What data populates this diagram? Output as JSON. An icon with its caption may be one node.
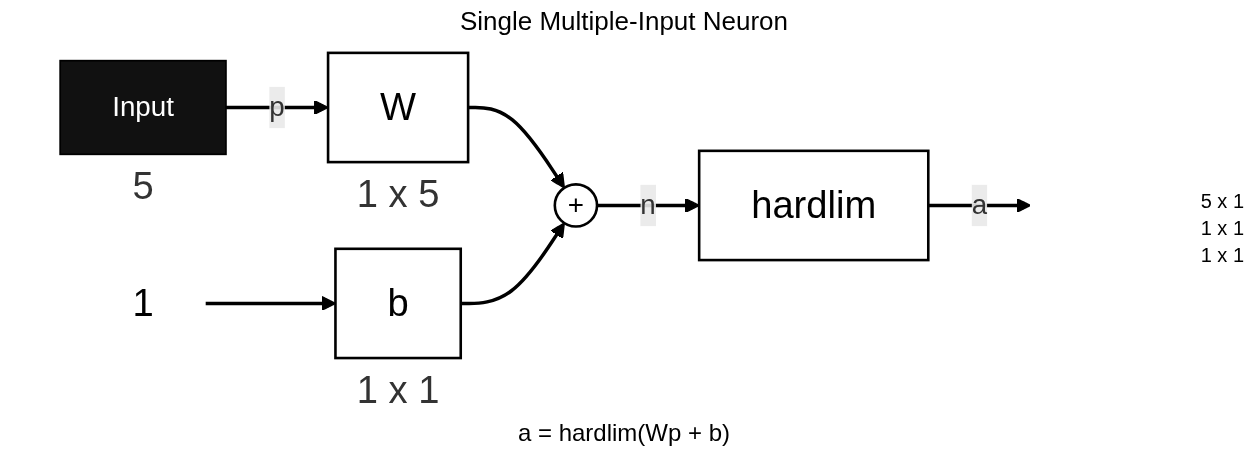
{
  "diagram": {
    "title": "Single Multiple-Input Neuron",
    "caption": "a = hardlim(Wp + b)",
    "nodes": [
      {
        "text": [
          "Input"
        ],
        "beside": [
          "5"
        ]
      },
      {
        "text": [
          "1"
        ]
      },
      {
        "text": [
          "W"
        ],
        "beside": [
          "1 x 5"
        ]
      },
      {
        "text": [
          "b"
        ],
        "beside": [
          "1 x 1"
        ]
      },
      {
        "text": [
          "+"
        ]
      },
      {
        "text": [
          "hardlim"
        ]
      }
    ],
    "edges": [
      {
        "from": 0,
        "to": 2,
        "arrow": "to",
        "label": "p"
      },
      {
        "from": 1,
        "to": 3,
        "arrow": "to"
      },
      {
        "from": 2,
        "to": 4,
        "arrow": "to"
      },
      {
        "from": 3,
        "to": 4,
        "arrow": "to"
      },
      {
        "from": 4,
        "to": 5,
        "arrow": "to",
        "label": "n"
      },
      {
        "from": 5,
        "to": null,
        "arrow": "to",
        "label": "a"
      }
    ],
    "labels": [
      "5 x 1",
      "1 x 1",
      "1 x 1"
    ]
  }
}
